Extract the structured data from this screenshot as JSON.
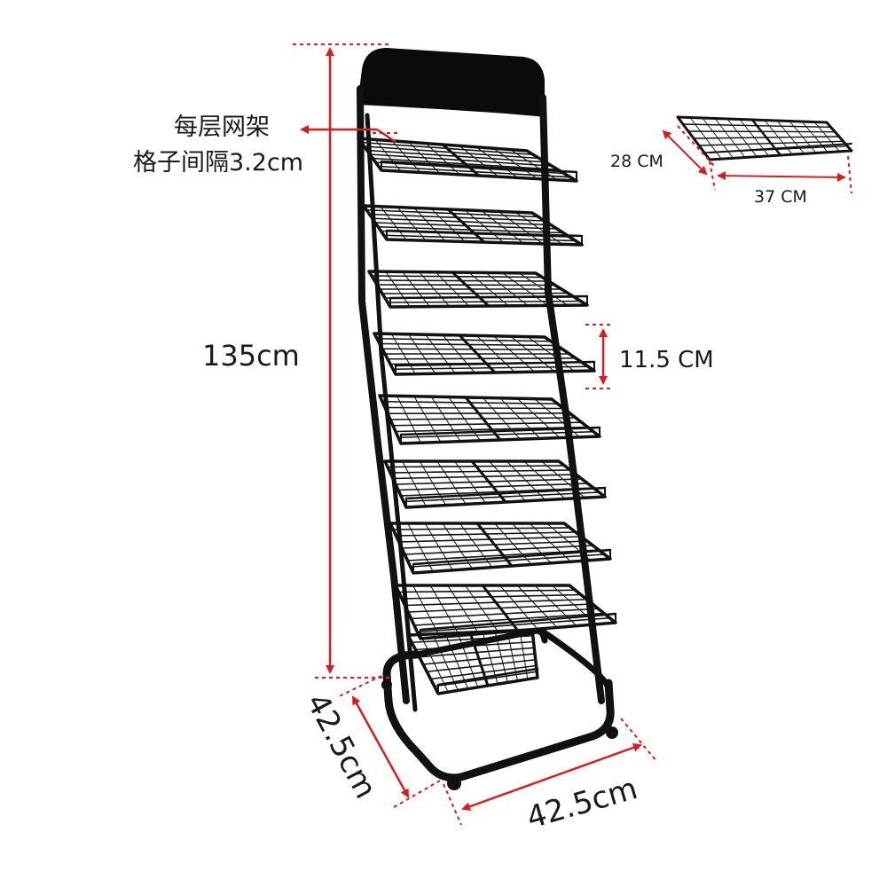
{
  "labels": {
    "layer_line1": "每层网架",
    "layer_line2": "格子间隔3.2cm",
    "height": "135cm",
    "shelf_gap": "11.5 CM",
    "tray_depth": "28 CM",
    "tray_width": "37 CM",
    "base_depth": "42.5cm",
    "base_width": "42.5cm"
  },
  "colors": {
    "dimension_line": "#d81e1e",
    "rack": "#111111",
    "background": "#ffffff"
  }
}
